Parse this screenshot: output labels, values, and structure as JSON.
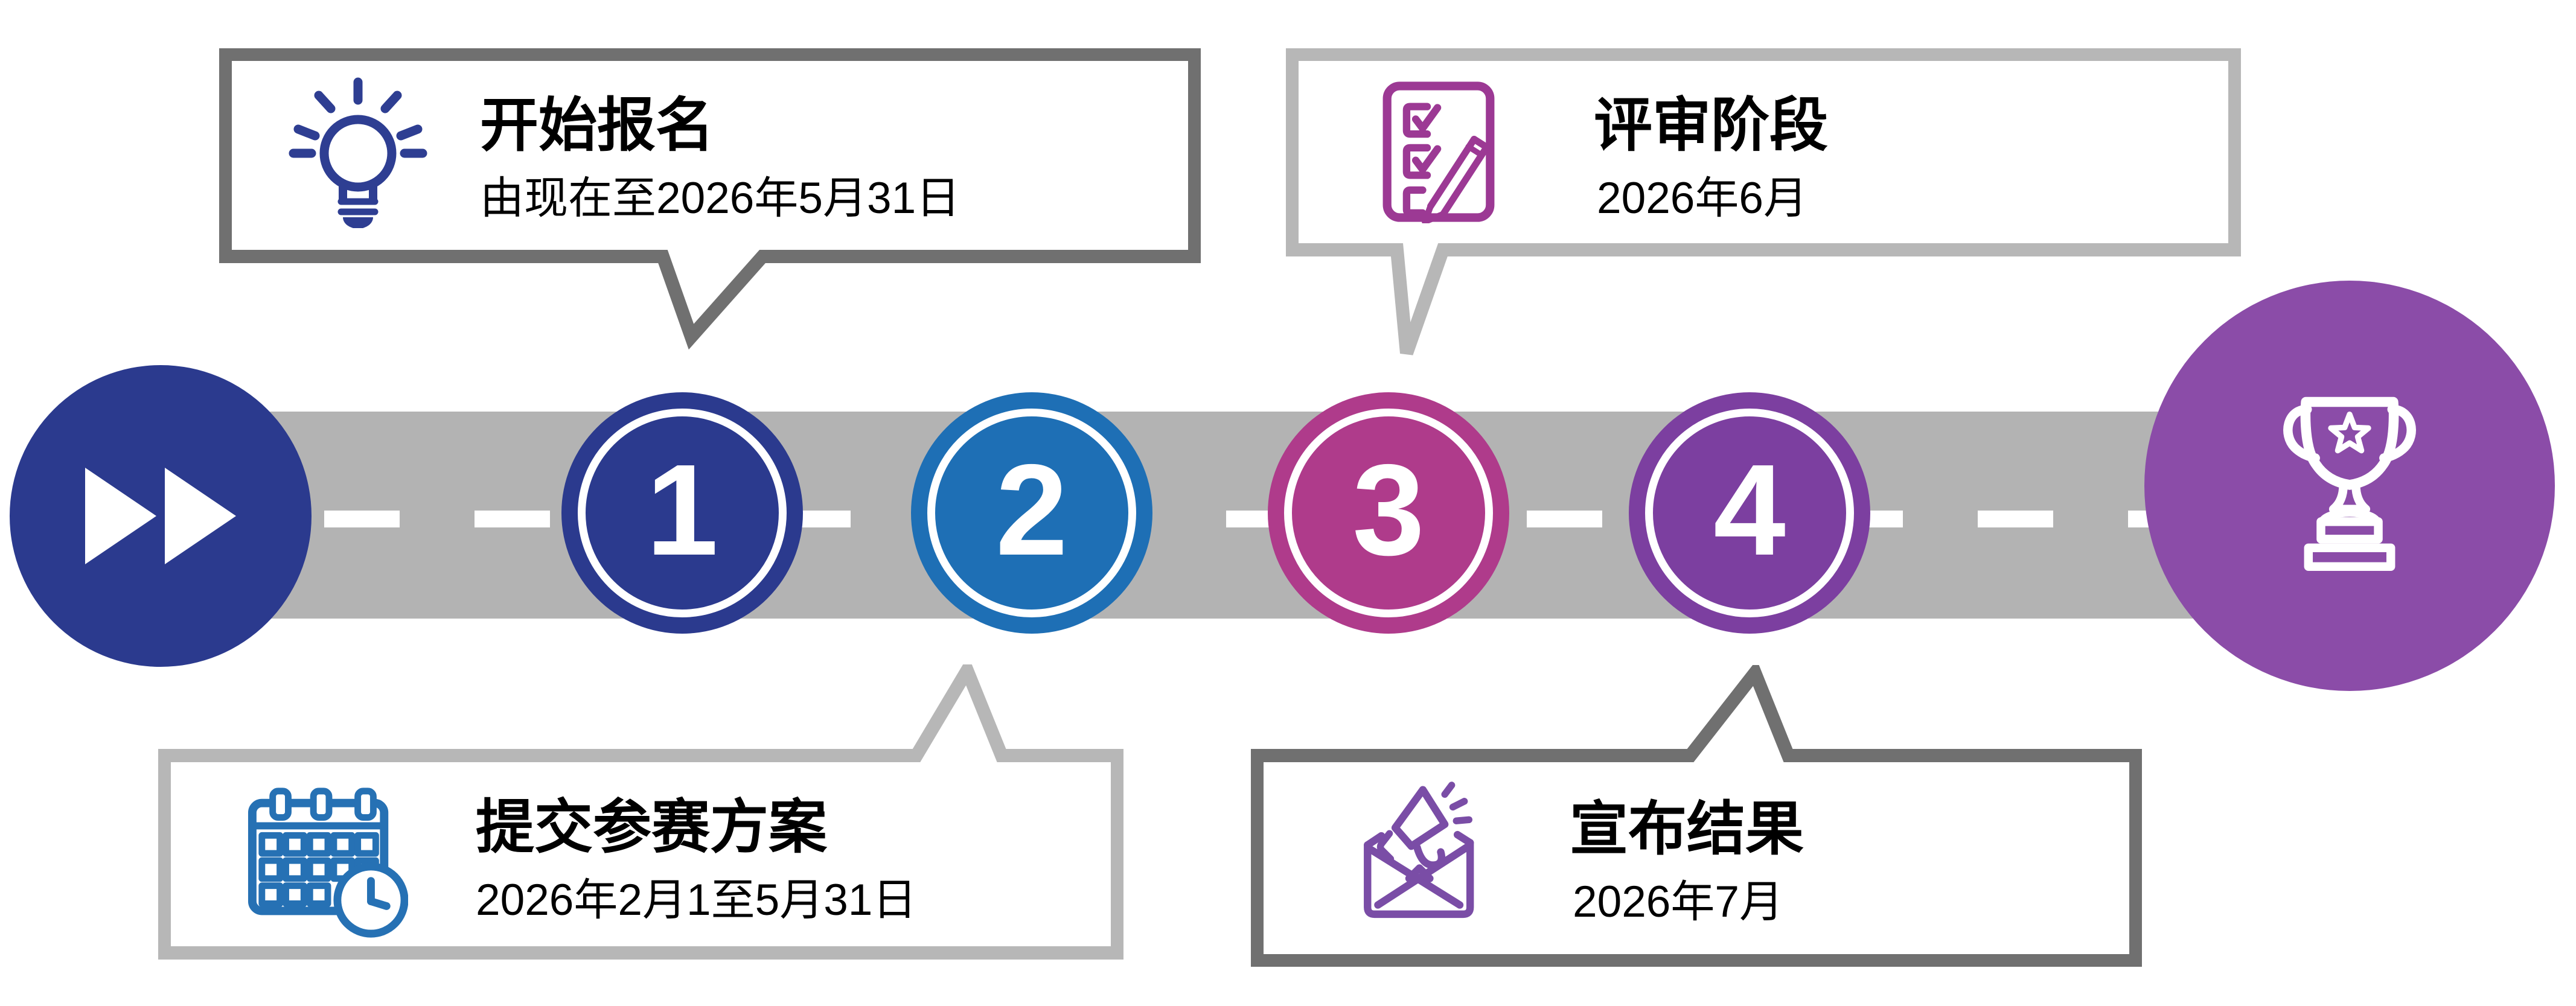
{
  "timeline": {
    "road_color": "#b3b3b3",
    "dash_color": "#ffffff",
    "start": {
      "icon": "fast-forward-icon",
      "color": "#2b3a8e"
    },
    "end": {
      "icon": "trophy-icon",
      "color": "#8b4ca8"
    },
    "steps": [
      {
        "number": "1",
        "color": "#2b3a8e"
      },
      {
        "number": "2",
        "color": "#1e6fb5"
      },
      {
        "number": "3",
        "color": "#af3b8b"
      },
      {
        "number": "4",
        "color": "#7c3fa0"
      }
    ]
  },
  "callouts": [
    {
      "id": "registration",
      "icon": "lightbulb-icon",
      "icon_color": "#2e3e92",
      "border_color": "#707070",
      "title": "开始报名",
      "subtitle": "由现在至2026年5月31日"
    },
    {
      "id": "review",
      "icon": "checklist-pencil-icon",
      "icon_color": "#9c3994",
      "border_color": "#b7b7b7",
      "title": "评审阶段",
      "subtitle": "2026年6月"
    },
    {
      "id": "submission",
      "icon": "calendar-clock-icon",
      "icon_color": "#2671b4",
      "border_color": "#b7b7b7",
      "title": "提交参赛方案",
      "subtitle": "2026年2月1至5月31日"
    },
    {
      "id": "results",
      "icon": "megaphone-envelope-icon",
      "icon_color": "#7a4da6",
      "border_color": "#707070",
      "title": "宣布结果",
      "subtitle": "2026年7月"
    }
  ]
}
